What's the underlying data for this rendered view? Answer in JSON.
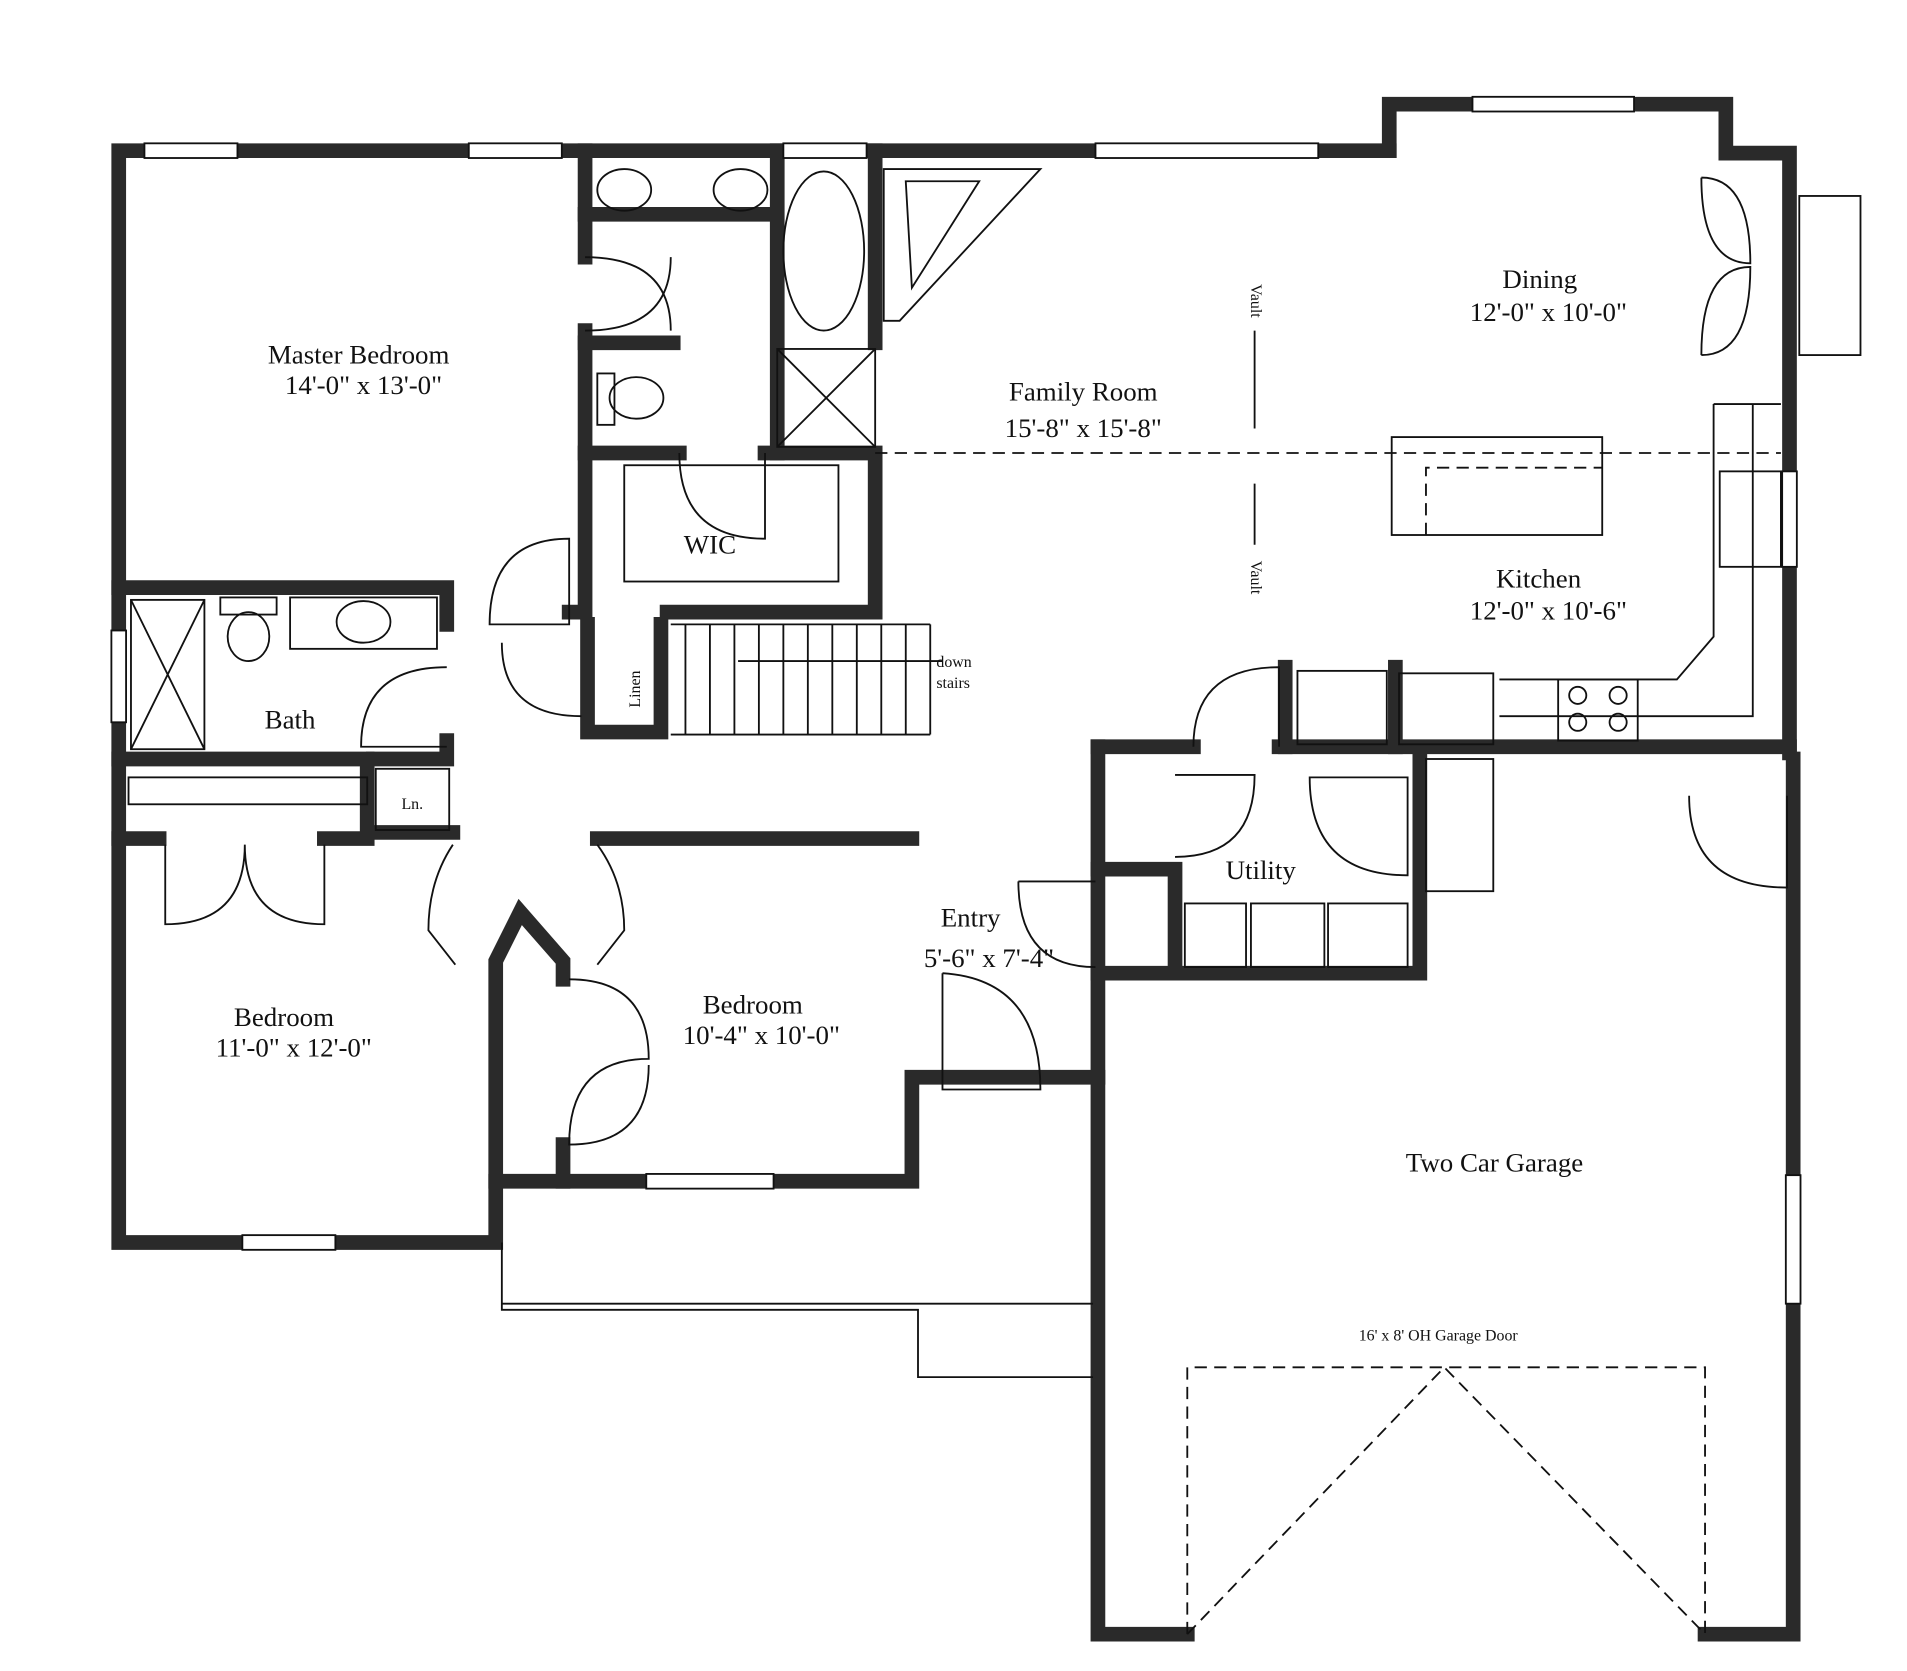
{
  "rooms": {
    "master": {
      "name": "Master Bedroom",
      "size": "14'-0\" x 13'-0\""
    },
    "family": {
      "name": "Family Room",
      "size": "15'-8\" x 15'-8\""
    },
    "dining": {
      "name": "Dining",
      "size": "12'-0\" x 10'-0\""
    },
    "kitchen": {
      "name": "Kitchen",
      "size": "12'-0\" x 10'-6\""
    },
    "wic": {
      "name": "WIC"
    },
    "bath": {
      "name": "Bath"
    },
    "linen": {
      "name": "Linen"
    },
    "ln": {
      "name": "Ln."
    },
    "utility": {
      "name": "Utility"
    },
    "entry": {
      "name": "Entry",
      "size": "5'-6\" x 7'-4\""
    },
    "bedroom1": {
      "name": "Bedroom",
      "size": "11'-0\" x 12'-0\""
    },
    "bedroom2": {
      "name": "Bedroom",
      "size": "10'-4\" x 10'-0\""
    },
    "garage": {
      "name": "Two Car Garage"
    }
  },
  "annotations": {
    "stairs": "down",
    "stairs2": "stairs",
    "vault_top": "Vault",
    "vault_bottom": "Vault",
    "garage_door": "16' x 8' OH Garage Door"
  }
}
